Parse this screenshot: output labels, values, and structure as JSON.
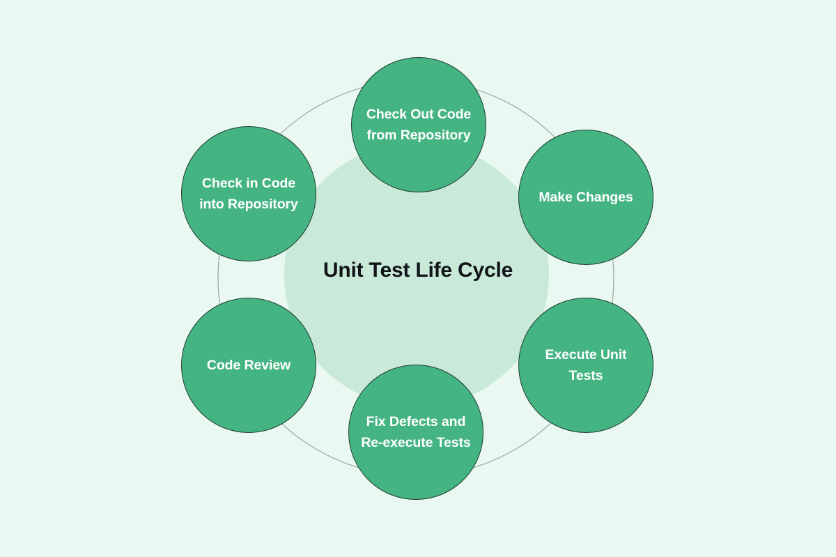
{
  "diagram": {
    "type": "cycle",
    "title": "Unit Test Life Cycle",
    "background_color": "#e9f9f1",
    "node_color": "#45b483",
    "node_border_color": "#1e3b30",
    "node_text_color": "#ffffff",
    "inner_disc_color": "#c9e9d9",
    "ring_line_color": "#9aa6a0",
    "title_color": "#111418",
    "nodes": [
      {
        "id": "check-out-code",
        "label": "Check Out Code from Repository",
        "order": 1,
        "position": "top"
      },
      {
        "id": "make-changes",
        "label": "Make Changes",
        "order": 2,
        "position": "top-right"
      },
      {
        "id": "execute-unit-tests",
        "label": "Execute Unit Tests",
        "order": 3,
        "position": "bottom-right"
      },
      {
        "id": "fix-defects",
        "label": "Fix Defects and Re-execute Tests",
        "order": 4,
        "position": "bottom"
      },
      {
        "id": "code-review",
        "label": "Code Review",
        "order": 5,
        "position": "bottom-left"
      },
      {
        "id": "check-in-code",
        "label": "Check in Code into Repository",
        "order": 6,
        "position": "top-left"
      }
    ]
  }
}
